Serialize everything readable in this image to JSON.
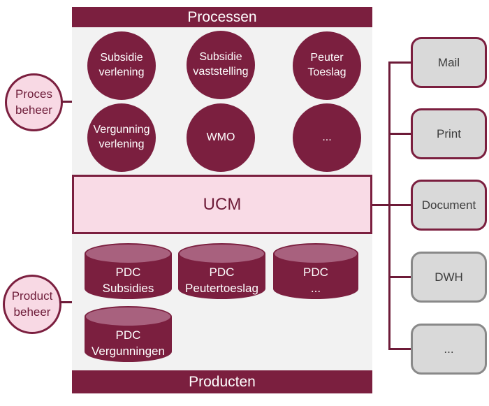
{
  "colors": {
    "maroon": "#7b1f3f",
    "maroon_dark_text": "#6d1b38",
    "pink_fill": "#f8d9e4",
    "ucm_fill": "#f9dbe6",
    "panel_gray": "#f2f2f2",
    "channel_box_gray": "#d9d9d9",
    "channel_border_maroon": "#7b1f3f",
    "channel_border_gray": "#898989",
    "channel_text": "#3d3d3d",
    "cylinder_top": "#a8617e",
    "white_text": "#ffffff"
  },
  "panel": {
    "header_label": "Processen",
    "footer_label": "Producten",
    "ucm_label": "UCM"
  },
  "process_circles": [
    {
      "label": "Subsidie\nverlening"
    },
    {
      "label": "Subsidie\nvaststelling"
    },
    {
      "label": "Peuter\nToeslag"
    },
    {
      "label": "Vergunning\nverlening"
    },
    {
      "label": "WMO"
    },
    {
      "label": "..."
    }
  ],
  "product_cylinders": [
    {
      "label": "PDC\nSubsidies"
    },
    {
      "label": "PDC\nPeutertoeslag"
    },
    {
      "label": "PDC\n..."
    },
    {
      "label": "PDC\nVergunningen"
    }
  ],
  "management_bubbles": [
    {
      "label": "Proces\nbeheer"
    },
    {
      "label": "Product\nbeheer"
    }
  ],
  "output_channels": [
    {
      "label": "Mail",
      "border": "#7b1f3f"
    },
    {
      "label": "Print",
      "border": "#7b1f3f"
    },
    {
      "label": "Document",
      "border": "#7b1f3f"
    },
    {
      "label": "DWH",
      "border": "#898989"
    },
    {
      "label": "...",
      "border": "#898989"
    }
  ]
}
